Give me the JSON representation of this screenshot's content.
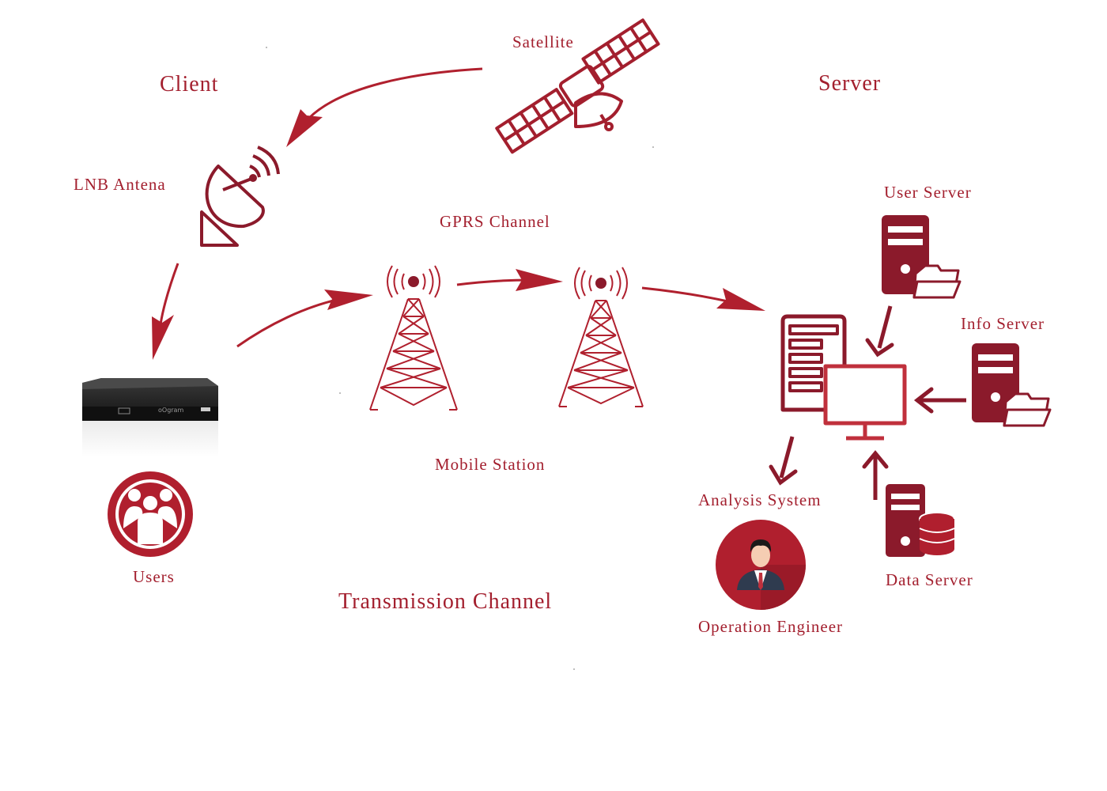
{
  "labels": {
    "client": "Client",
    "server": "Server",
    "satellite": "Satellite",
    "lnb": "LNB Antena",
    "gprs": "GPRS Channel",
    "mobile_station": "Mobile Station",
    "transmission": "Transmission Channel",
    "users": "Users",
    "user_server": "User Server",
    "info_server": "Info Server",
    "data_server": "Data Server",
    "analysis": "Analysis System",
    "engineer": "Operation Engineer",
    "set_top_brand": "oOgram"
  },
  "colors": {
    "accent": "#a31f2e",
    "dark_accent": "#8b1a2b",
    "light_accent": "#c0303c",
    "device": "#1e1e1e"
  },
  "icons": [
    "satellite-icon",
    "dish-antenna-icon",
    "set-top-box-icon",
    "users-group-icon",
    "radio-tower-icon",
    "server-folder-icon",
    "server-database-icon",
    "workstation-icon",
    "engineer-avatar-icon"
  ]
}
